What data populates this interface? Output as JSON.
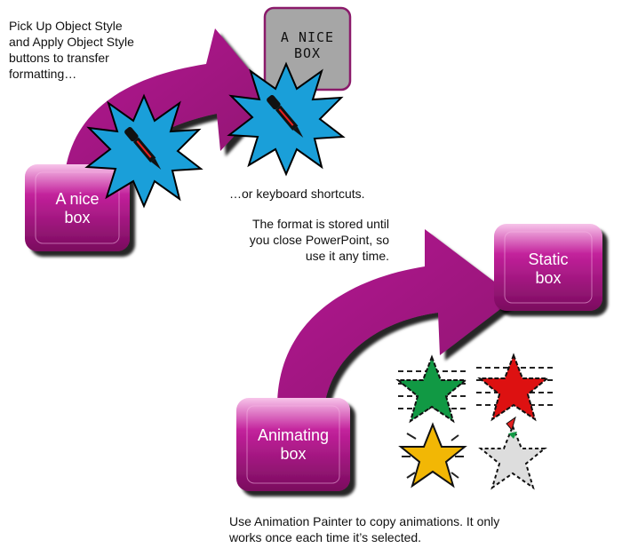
{
  "caption_top_left": [
    "Pick Up Object Style",
    "and Apply Object Style",
    "buttons to transfer",
    "formatting…"
  ],
  "caption_keyboard": "…or keyboard shortcuts.",
  "caption_stored": [
    "The format is stored until",
    "you close PowerPoint, so",
    "use it any time."
  ],
  "caption_bottom": [
    "Use Animation Painter to copy animations. It only",
    "works once each time it’s selected."
  ],
  "box_nice": [
    "A nice",
    "box"
  ],
  "box_sketch": [
    "A NICE",
    "BOX"
  ],
  "box_static": [
    "Static",
    "box"
  ],
  "box_animating": [
    "Animating",
    "box"
  ],
  "stars": [
    {
      "name": "green-star",
      "color": "#119944"
    },
    {
      "name": "red-star",
      "color": "#dd1111"
    },
    {
      "name": "yellow-star",
      "color": "#f2b705"
    },
    {
      "name": "gray-star",
      "color": "#dddddd"
    }
  ],
  "colors": {
    "arrow": "#a0177f",
    "box": "#b0148c",
    "burst": "#1a9fd9",
    "sketch_box": "#a6a6a6"
  }
}
